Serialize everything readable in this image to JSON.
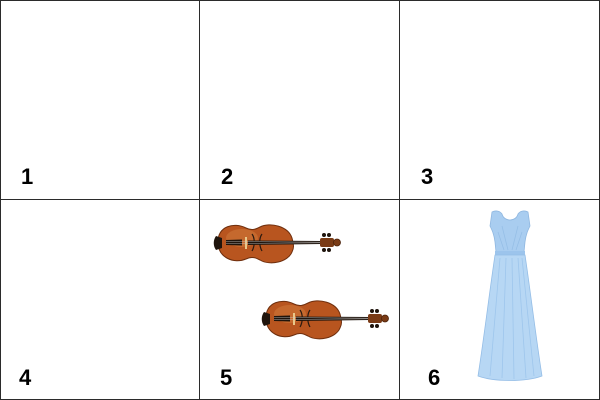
{
  "grid": {
    "cells": [
      {
        "label": "1",
        "content": "empty"
      },
      {
        "label": "2",
        "content": "empty"
      },
      {
        "label": "3",
        "content": "empty"
      },
      {
        "label": "4",
        "content": "empty"
      },
      {
        "label": "5",
        "content": "violin-icon",
        "count": 2
      },
      {
        "label": "6",
        "content": "dress-icon"
      }
    ]
  },
  "colors": {
    "grid_line": "#2b2b2b",
    "violin_body": "#b8551f",
    "violin_dark": "#2a1a10",
    "dress": "#b7d7f4"
  }
}
